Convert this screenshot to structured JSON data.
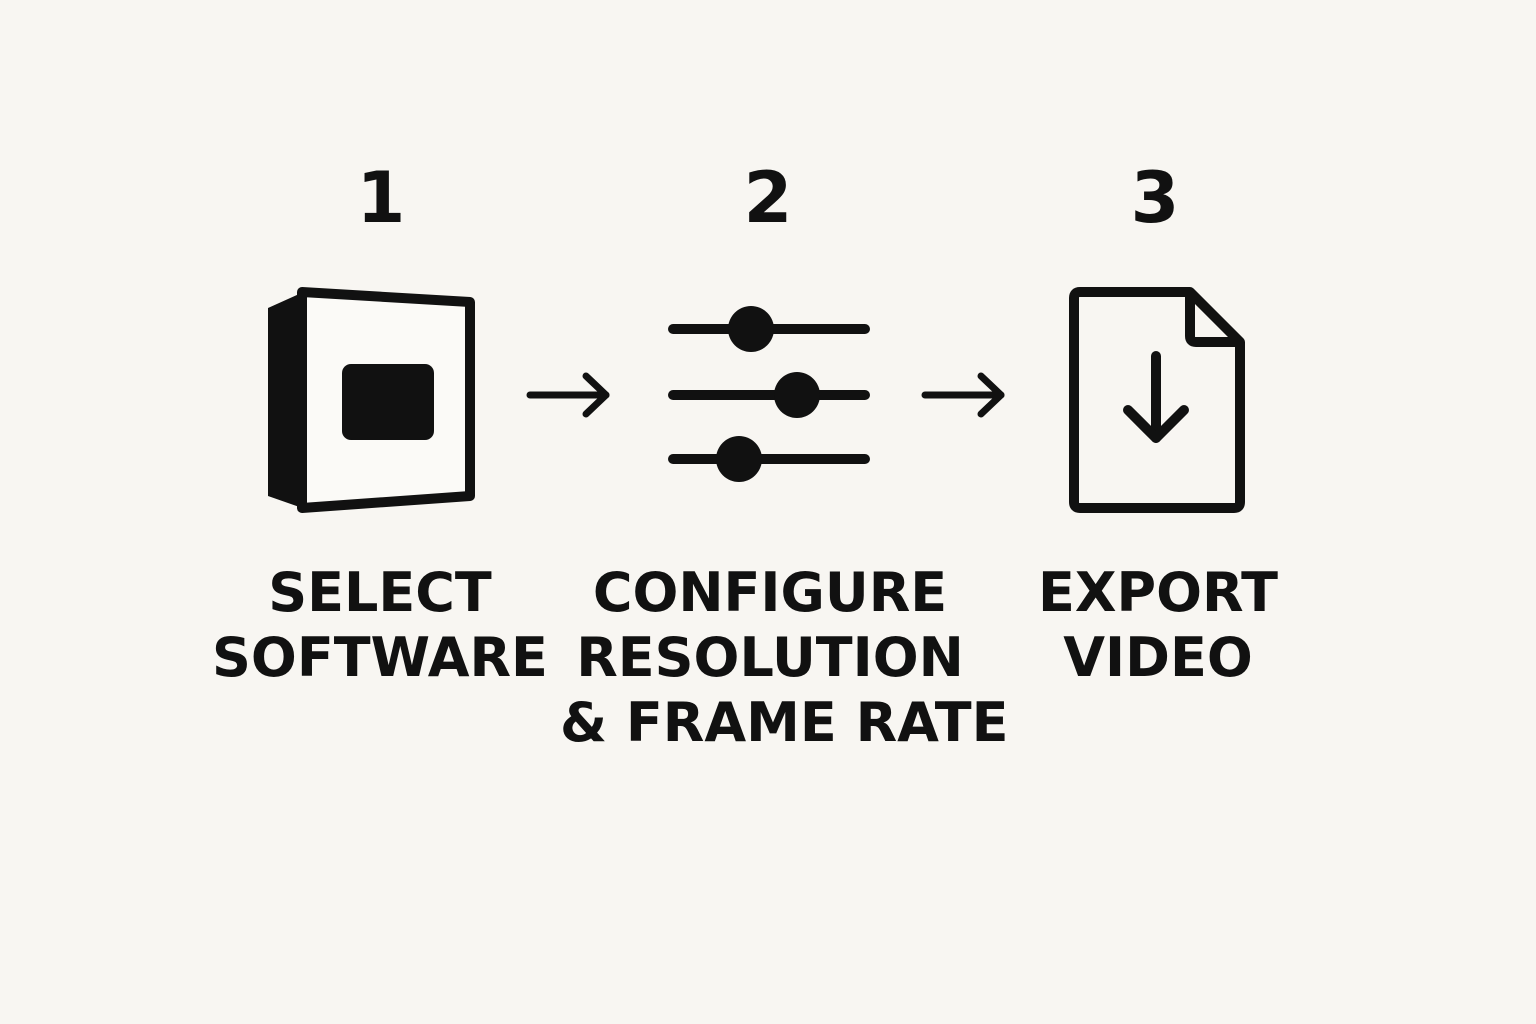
{
  "steps": [
    {
      "number": "1",
      "icon": "software-window-icon",
      "label_lines": [
        "SELECT",
        "SOFTWARE"
      ]
    },
    {
      "number": "2",
      "icon": "sliders-icon",
      "label_lines": [
        "CONFIGURE",
        "RESOLUTION",
        "& FRAME RATE"
      ]
    },
    {
      "number": "3",
      "icon": "file-download-icon",
      "label_lines": [
        "EXPORT",
        "VIDEO"
      ]
    }
  ],
  "connectors": [
    "arrow-right-icon",
    "arrow-right-icon"
  ],
  "colors": {
    "background": "#f8f6f2",
    "ink": "#111111"
  }
}
